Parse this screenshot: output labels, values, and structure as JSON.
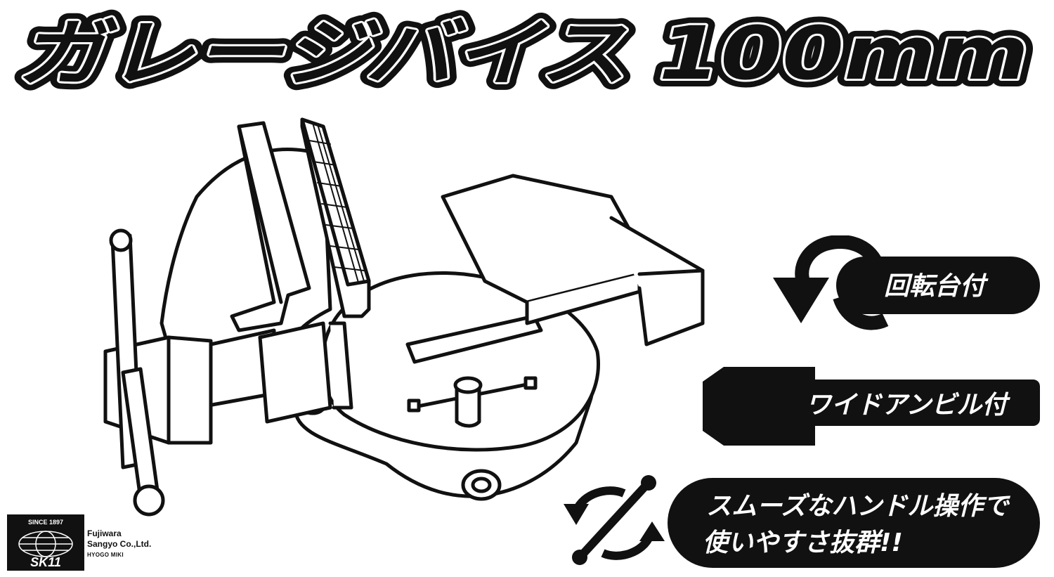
{
  "title": "ガレージバイス 100mm",
  "features": [
    {
      "line1": "回転台付",
      "icon": "rotate-arrow-icon"
    },
    {
      "line1": "ワイドアンビル付",
      "icon": "anvil-shape-icon"
    },
    {
      "line1": "スムーズなハンドル操作で",
      "line2": "使いやすさ抜群!!",
      "icon": "handle-rotate-icon"
    }
  ],
  "brand": {
    "since": "SINCE 1897",
    "logo": "SK11",
    "company_line1": "Fujiwara",
    "company_line2": "Sangyo Co.,Ltd.",
    "location": "HYOGO MIKI"
  },
  "colors": {
    "ink": "#111111",
    "paper": "#ffffff"
  }
}
